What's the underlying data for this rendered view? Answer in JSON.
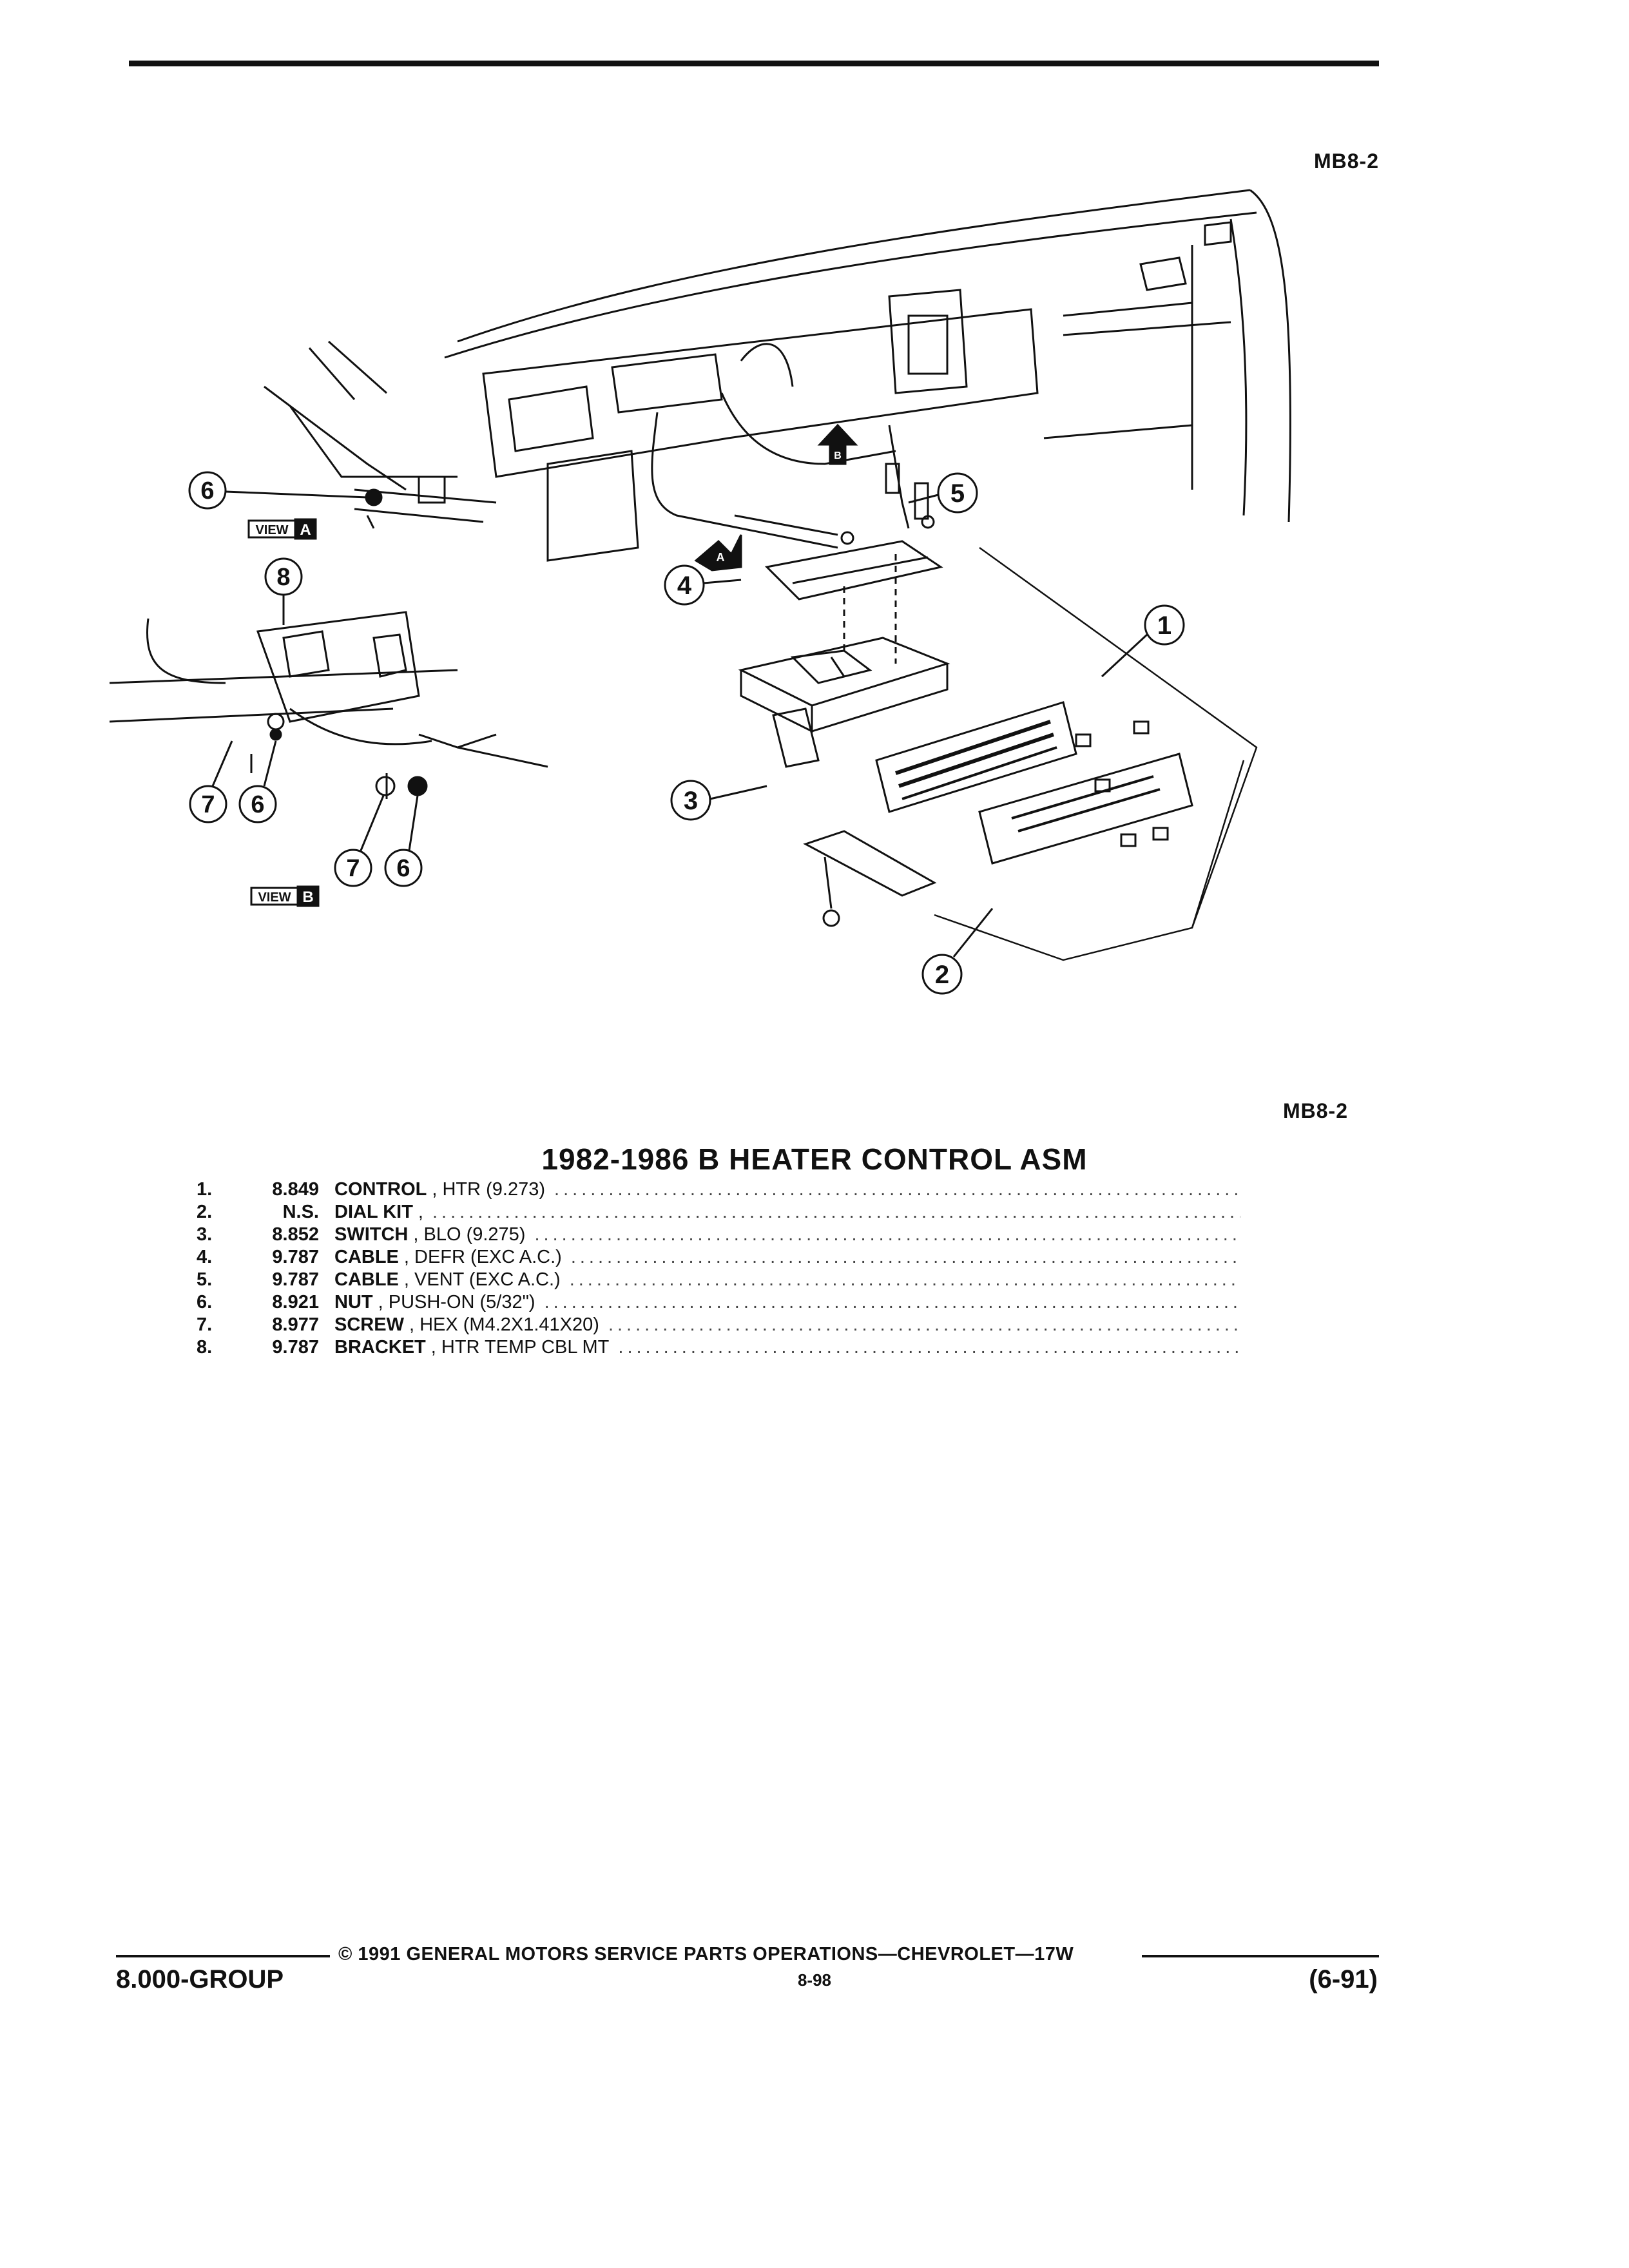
{
  "header": {
    "code": "MB8-2"
  },
  "diagram": {
    "code": "MB8-2",
    "callouts": [
      "1",
      "2",
      "3",
      "4",
      "5",
      "6",
      "7",
      "8"
    ],
    "view_a": {
      "view_label": "VIEW",
      "letter": "A"
    },
    "view_b": {
      "view_label": "VIEW",
      "letter": "B"
    },
    "arrow_a": "A",
    "arrow_b": "B"
  },
  "title": "1982-1986 B HEATER CONTROL ASM",
  "parts": [
    {
      "num": "1.",
      "pn": "8.849",
      "name": "CONTROL",
      "desc": ", HTR (9.273)"
    },
    {
      "num": "2.",
      "pn": "N.S.",
      "name": "DIAL KIT",
      "desc": ","
    },
    {
      "num": "3.",
      "pn": "8.852",
      "name": "SWITCH",
      "desc": ", BLO (9.275)"
    },
    {
      "num": "4.",
      "pn": "9.787",
      "name": "CABLE",
      "desc": ", DEFR (EXC A.C.)"
    },
    {
      "num": "5.",
      "pn": "9.787",
      "name": "CABLE",
      "desc": ", VENT (EXC A.C.)"
    },
    {
      "num": "6.",
      "pn": "8.921",
      "name": "NUT",
      "desc": ", PUSH-ON (5/32\")"
    },
    {
      "num": "7.",
      "pn": "8.977",
      "name": "SCREW",
      "desc": ", HEX (M4.2X1.41X20)"
    },
    {
      "num": "8.",
      "pn": "9.787",
      "name": "BRACKET",
      "desc": ", HTR TEMP CBL MT"
    }
  ],
  "footer": {
    "copyright": "© 1991 GENERAL MOTORS SERVICE PARTS OPERATIONS—CHEVROLET—17W",
    "group": "8.000-GROUP",
    "page": "8-98",
    "date": "(6-91)"
  }
}
